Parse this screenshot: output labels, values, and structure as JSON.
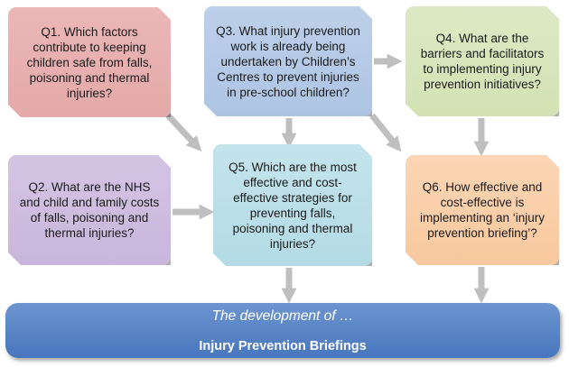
{
  "diagram": {
    "questions": {
      "q1": "Q1. Which factors contribute to keeping children safe from falls, poisoning and thermal injuries?",
      "q2": "Q2. What are the NHS and child and family costs of falls, poisoning and thermal injuries?",
      "q3": "Q3. What injury prevention work is already being undertaken by Children’s Centres to prevent injuries in pre-school children?",
      "q4": "Q4. What are the barriers and facilitators to implementing injury prevention initiatives?",
      "q5": "Q5. Which are the most effective and cost-effective strategies for preventing falls, poisoning and thermal injuries?",
      "q6": "Q6. How effective and cost-effective is implementing an ‘injury prevention briefing’?"
    },
    "banner": {
      "line1": "The development of …",
      "line2": "Injury Prevention Briefings"
    },
    "colors": {
      "arrow": "#bfbfbf",
      "banner": "#4f81bd",
      "q1": "#e6acac",
      "q2": "#ccbadf",
      "q3": "#b0c6e5",
      "q4": "#d6e5b8",
      "q5": "#b7dde7",
      "q6": "#f9cca5"
    }
  }
}
